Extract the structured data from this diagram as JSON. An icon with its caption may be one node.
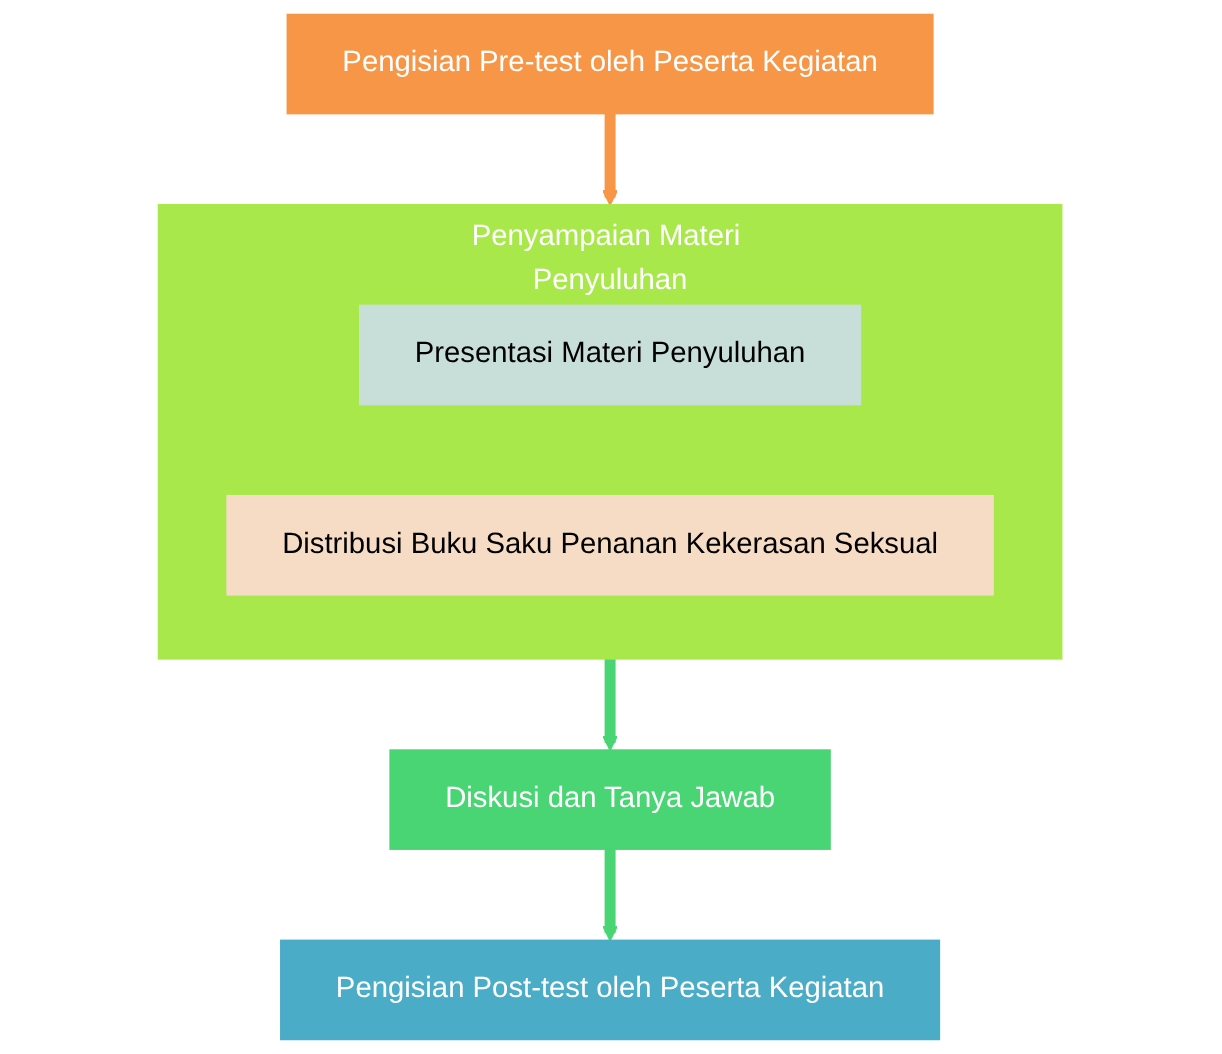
{
  "diagram": {
    "nodes": [
      {
        "text": [
          "Pengisian Pre-test oleh Peserta Kegiatan"
        ]
      },
      {
        "text": [
          "Penyampaian Materi Penyuluhan"
        ]
      },
      {
        "text": [
          "Presentasi Materi Penyuluhan"
        ],
        "in": 1
      },
      {
        "text": [
          "Distribusi Buku Saku Penanan Kekerasan Seksual"
        ],
        "in": 1
      },
      {
        "text": [
          "Diskusi dan Tanya Jawab"
        ]
      },
      {
        "text": [
          "Pengisian Post-test oleh Peserta Kegiatan"
        ]
      }
    ],
    "edges": [
      {
        "from": 0,
        "to": 1,
        "arrow": "to",
        "color": "#f79646"
      },
      {
        "from": 1,
        "to": 4,
        "arrow": "to"
      },
      {
        "from": 4,
        "to": 5,
        "arrow": "to"
      }
    ]
  }
}
